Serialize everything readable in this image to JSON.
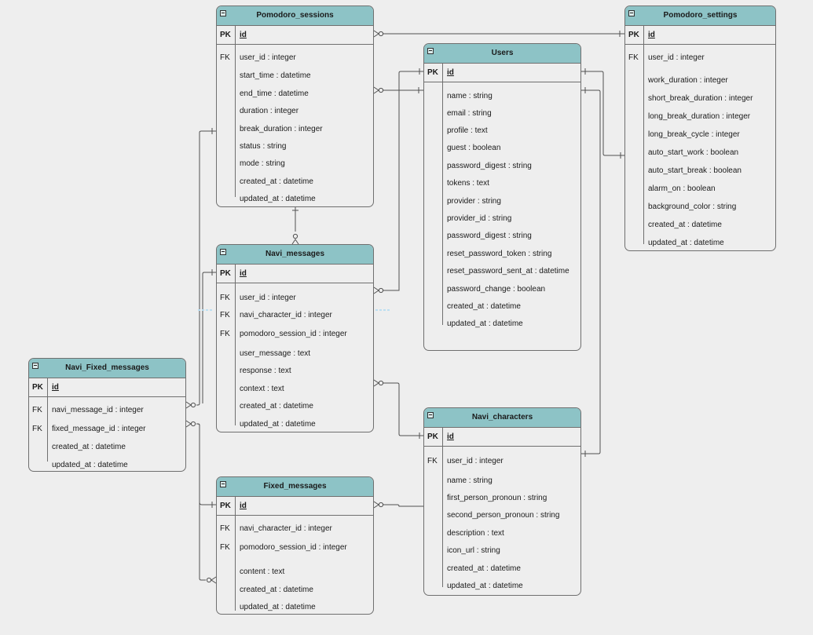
{
  "colors": {
    "header": "#8dc3c6",
    "border": "#6f6f6f",
    "background": "#eeeeee",
    "line": "#505050"
  },
  "tables": {
    "pomodoro_sessions": {
      "name": "Pomodoro_sessions",
      "pk": {
        "key": "PK",
        "field": "id"
      },
      "fields": [
        {
          "key": "FK",
          "field": "user_id : integer"
        },
        {
          "key": "",
          "field": "start_time : datetime"
        },
        {
          "key": "",
          "field": "end_time : datetime"
        },
        {
          "key": "",
          "field": "duration : integer"
        },
        {
          "key": "",
          "field": "break_duration : integer"
        },
        {
          "key": "",
          "field": "status : string"
        },
        {
          "key": "",
          "field": "mode : string"
        },
        {
          "key": "",
          "field": "created_at : datetime"
        },
        {
          "key": "",
          "field": "updated_at : datetime"
        }
      ]
    },
    "pomodoro_settings": {
      "name": "Pomodoro_settings",
      "pk": {
        "key": "PK",
        "field": "id"
      },
      "fields": [
        {
          "key": "FK",
          "field": "user_id : integer"
        },
        {
          "key": "",
          "field": "work_duration : integer"
        },
        {
          "key": "",
          "field": "short_break_duration : integer"
        },
        {
          "key": "",
          "field": "long_break_duration : integer"
        },
        {
          "key": "",
          "field": "long_break_cycle : integer"
        },
        {
          "key": "",
          "field": "auto_start_work : boolean"
        },
        {
          "key": "",
          "field": "auto_start_break : boolean"
        },
        {
          "key": "",
          "field": "alarm_on : boolean"
        },
        {
          "key": "",
          "field": "background_color : string"
        },
        {
          "key": "",
          "field": "created_at : datetime"
        },
        {
          "key": "",
          "field": "updated_at : datetime"
        }
      ]
    },
    "users": {
      "name": "Users",
      "pk": {
        "key": "PK",
        "field": "id"
      },
      "fields": [
        {
          "key": "",
          "field": "name : string"
        },
        {
          "key": "",
          "field": "email : string"
        },
        {
          "key": "",
          "field": "profile : text"
        },
        {
          "key": "",
          "field": "guest : boolean"
        },
        {
          "key": "",
          "field": "password_digest : string"
        },
        {
          "key": "",
          "field": "tokens : text"
        },
        {
          "key": "",
          "field": "provider : string"
        },
        {
          "key": "",
          "field": "provider_id : string"
        },
        {
          "key": "",
          "field": "password_digest : string"
        },
        {
          "key": "",
          "field": "reset_password_token : string"
        },
        {
          "key": "",
          "field": "reset_password_sent_at : datetime"
        },
        {
          "key": "",
          "field": "password_change : boolean"
        },
        {
          "key": "",
          "field": "created_at : datetime"
        },
        {
          "key": "",
          "field": "updated_at : datetime"
        }
      ]
    },
    "navi_messages": {
      "name": "Navi_messages",
      "pk": {
        "key": "PK",
        "field": "id"
      },
      "fields": [
        {
          "key": "FK",
          "field": "user_id : integer"
        },
        {
          "key": "FK",
          "field": "navi_character_id : integer"
        },
        {
          "key": "FK",
          "field": "pomodoro_session_id : integer"
        },
        {
          "key": "",
          "field": "user_message : text"
        },
        {
          "key": "",
          "field": "response : text"
        },
        {
          "key": "",
          "field": "context : text"
        },
        {
          "key": "",
          "field": "created_at : datetime"
        },
        {
          "key": "",
          "field": "updated_at : datetime"
        }
      ]
    },
    "navi_fixed_messages": {
      "name": "Navi_Fixed_messages",
      "pk": {
        "key": "PK",
        "field": "id"
      },
      "fields": [
        {
          "key": "FK",
          "field": "navi_message_id : integer"
        },
        {
          "key": "FK",
          "field": "fixed_message_id : integer"
        },
        {
          "key": "",
          "field": "created_at : datetime"
        },
        {
          "key": "",
          "field": "updated_at : datetime"
        }
      ]
    },
    "navi_characters": {
      "name": "Navi_characters",
      "pk": {
        "key": "PK",
        "field": "id"
      },
      "fields": [
        {
          "key": "FK",
          "field": "user_id : integer"
        },
        {
          "key": "",
          "field": "name : string"
        },
        {
          "key": "",
          "field": "first_person_pronoun : string"
        },
        {
          "key": "",
          "field": "second_person_pronoun : string"
        },
        {
          "key": "",
          "field": "description : text"
        },
        {
          "key": "",
          "field": "icon_url : string"
        },
        {
          "key": "",
          "field": "created_at : datetime"
        },
        {
          "key": "",
          "field": "updated_at : datetime"
        }
      ]
    },
    "fixed_messages": {
      "name": "Fixed_messages",
      "pk": {
        "key": "PK",
        "field": "id"
      },
      "fields": [
        {
          "key": "FK",
          "field": "navi_character_id : integer"
        },
        {
          "key": "FK",
          "field": "pomodoro_session_id : integer"
        },
        {
          "key": "",
          "field": "content : text"
        },
        {
          "key": "",
          "field": "created_at : datetime"
        },
        {
          "key": "",
          "field": "updated_at : datetime"
        }
      ]
    }
  }
}
